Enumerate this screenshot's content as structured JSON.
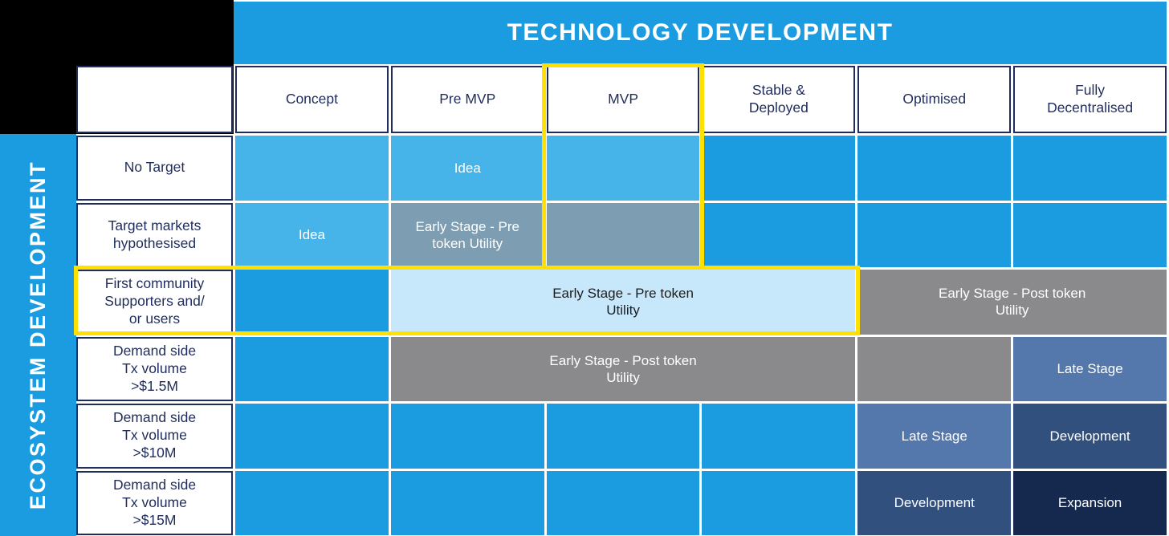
{
  "header": {
    "title": "TECHNOLOGY DEVELOPMENT",
    "side_title": "ECOSYSTEM DEVELOPMENT"
  },
  "matrix": {
    "col_headers": [
      "Concept",
      "Pre MVP",
      "MVP",
      "Stable &\nDeployed",
      "Optimised",
      "Fully\nDecentralised"
    ],
    "row_headers": [
      "No Target",
      "Target markets\nhypothesised",
      "First community\nSupporters and/\nor users",
      "Demand side\nTx volume\n>$1.5M",
      "Demand side\nTx volume\n>$10M",
      "Demand side\nTx volume\n>$15M"
    ],
    "cells": {
      "no_target_pre_mvp": "Idea",
      "target_markets_concept": "Idea",
      "target_markets_pre_mvp": "Early Stage - Pre\ntoken Utility",
      "first_community_pre_token": "Early Stage - Pre token\nUtility",
      "first_community_post_token": "Early Stage - Post token\nUtility",
      "demand_1_5m_post_token": "Early Stage - Post token\nUtility",
      "demand_1_5m_fully_decentralised": "Late Stage",
      "demand_10m_optimised": "Late Stage",
      "demand_10m_fully_decentralised": "Development",
      "demand_15m_optimised": "Development",
      "demand_15m_fully_decentralised": "Expansion"
    }
  },
  "colors": {
    "primary_blue": "#1B9CE1",
    "light_blue": "#47B4E9",
    "pale_blue": "#C7E7FA",
    "gray_blue": "#7C9DB2",
    "gray": "#8A8A8C",
    "slate_blue": "#5578AC",
    "navy_blue": "#32507E",
    "dark_navy": "#15294E",
    "header_text_navy": "#1F2C5C",
    "highlight_yellow": "#FFE000"
  }
}
